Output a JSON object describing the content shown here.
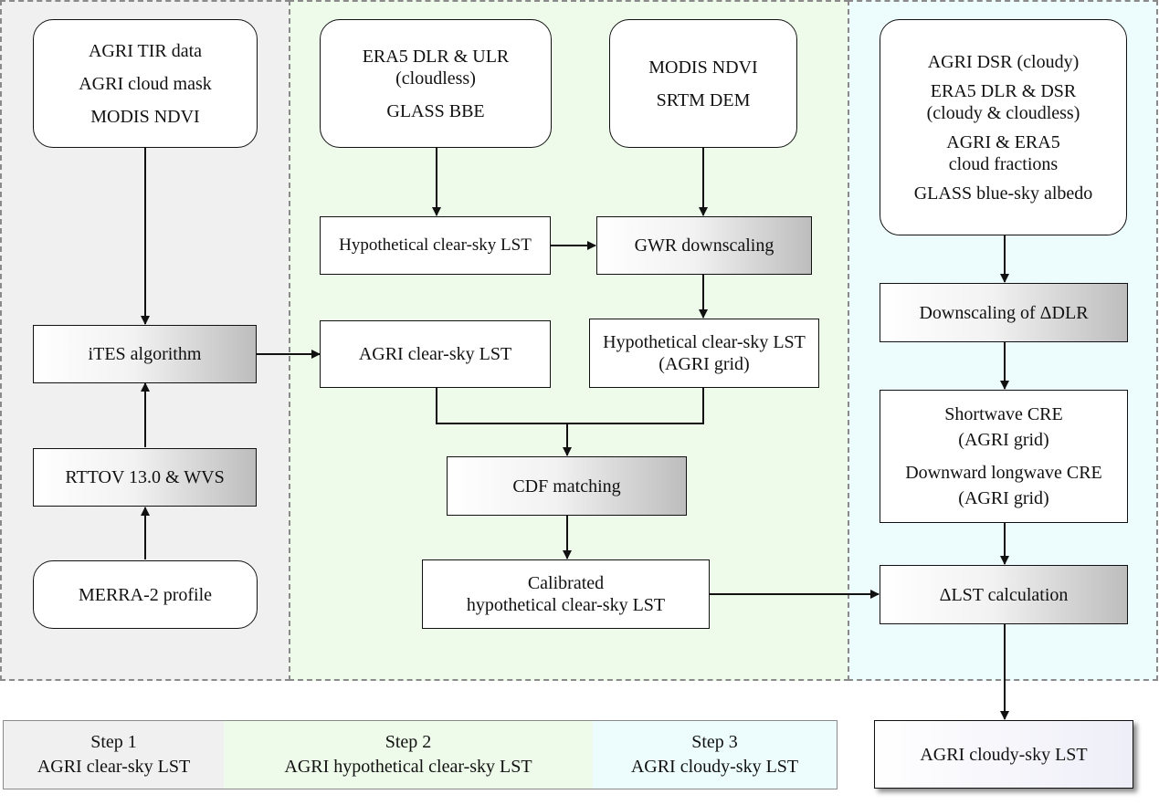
{
  "panels": {
    "step1_color": "#f0f0f0",
    "step2_color": "#eefbea",
    "step3_color": "#edfdfd"
  },
  "inputs": {
    "agri_inputs": [
      "AGRI TIR data",
      "AGRI cloud mask",
      "MODIS NDVI"
    ],
    "era5_glass": [
      "ERA5 DLR & ULR",
      "(cloudless)",
      "GLASS BBE"
    ],
    "modis_srtm": [
      "MODIS NDVI",
      "SRTM DEM"
    ],
    "step3_inputs": [
      "AGRI DSR (cloudy)",
      "ERA5 DLR & DSR",
      "(cloudy & cloudless)",
      "AGRI & ERA5",
      "cloud fractions",
      "GLASS blue-sky albedo"
    ],
    "merra": "MERRA-2 profile"
  },
  "process": {
    "ites": "iTES algorithm",
    "rttov": "RTTOV 13.0 & WVS",
    "hypothetical_lst": "Hypothetical clear-sky LST",
    "gwr": "GWR downscaling",
    "agri_clear_lst": "AGRI clear-sky LST",
    "hypothetical_agri_grid": [
      "Hypothetical clear-sky LST",
      "(AGRI grid)"
    ],
    "cdf": "CDF matching",
    "calibrated": [
      "Calibrated",
      "hypothetical clear-sky LST"
    ],
    "downscaling_dlr": "Downscaling of ΔDLR",
    "cre": [
      "Shortwave CRE",
      "(AGRI grid)",
      "Downward longwave CRE",
      "(AGRI grid)"
    ],
    "delta_lst": "ΔLST calculation",
    "final": "AGRI cloudy-sky LST"
  },
  "legend": [
    {
      "step": "Step 1",
      "label": "AGRI clear-sky LST",
      "color": "#f0f0f0"
    },
    {
      "step": "Step 2",
      "label": "AGRI hypothetical clear-sky LST",
      "color": "#eefbea"
    },
    {
      "step": "Step 3",
      "label": "AGRI cloudy-sky LST",
      "color": "#edfdfd"
    }
  ]
}
